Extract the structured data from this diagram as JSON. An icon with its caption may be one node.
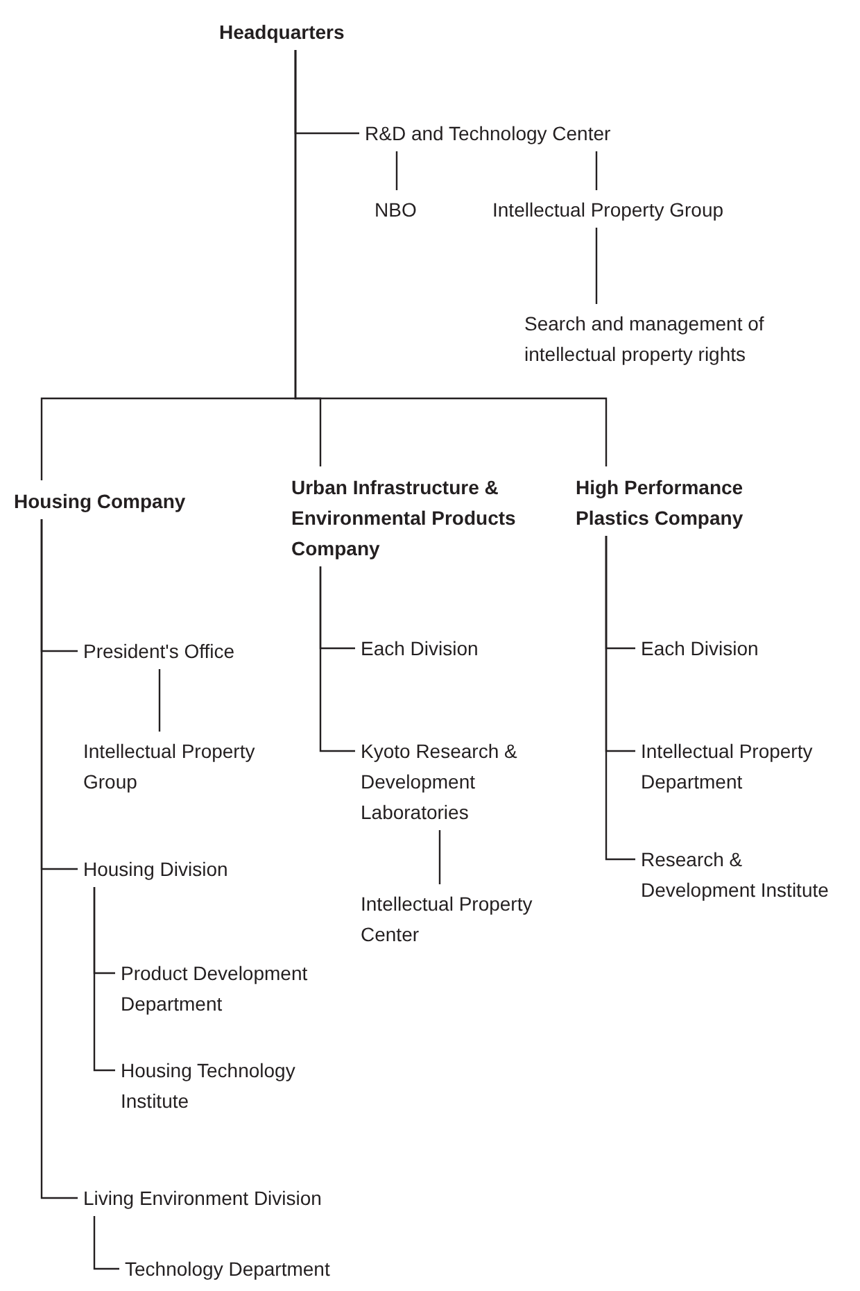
{
  "diagram": {
    "nodes": [
      {
        "text": [
          "Headquarters"
        ]
      },
      {
        "text": [
          "R&D and Technology Center"
        ]
      },
      {
        "text": [
          "NBO"
        ]
      },
      {
        "text": [
          "Intellectual Property Group"
        ]
      },
      {
        "text": [
          "Search and management of intellectual property rights"
        ]
      },
      {
        "text": [
          "Housing Company"
        ]
      },
      {
        "text": [
          "Urban Infrastructure & Environmental Products Company"
        ]
      },
      {
        "text": [
          "High Performance Plastics Company"
        ]
      },
      {
        "text": [
          "President's Office"
        ]
      },
      {
        "text": [
          "Intellectual Property Group"
        ]
      },
      {
        "text": [
          "Housing Division"
        ]
      },
      {
        "text": [
          "Product Development Department"
        ]
      },
      {
        "text": [
          "Housing Technology Institute"
        ]
      },
      {
        "text": [
          "Living Environment Division"
        ]
      },
      {
        "text": [
          "Technology Department"
        ]
      },
      {
        "text": [
          "Each Division"
        ]
      },
      {
        "text": [
          "Kyoto Research & Development Laboratories"
        ]
      },
      {
        "text": [
          "Intellectual Property Center"
        ]
      },
      {
        "text": [
          "Each Division"
        ]
      },
      {
        "text": [
          "Intellectual Property Department"
        ]
      },
      {
        "text": [
          "Research & Development Institute"
        ]
      }
    ],
    "edges": [
      {
        "from": 0,
        "to": 1,
        "arrow": "none"
      },
      {
        "from": 1,
        "to": 2,
        "arrow": "none"
      },
      {
        "from": 1,
        "to": 3,
        "arrow": "none"
      },
      {
        "from": 3,
        "to": 4,
        "arrow": "none"
      },
      {
        "from": 0,
        "to": 5,
        "arrow": "none"
      },
      {
        "from": 0,
        "to": 6,
        "arrow": "none"
      },
      {
        "from": 0,
        "to": 7,
        "arrow": "none"
      },
      {
        "from": 5,
        "to": 8,
        "arrow": "none"
      },
      {
        "from": 8,
        "to": 9,
        "arrow": "none"
      },
      {
        "from": 5,
        "to": 10,
        "arrow": "none"
      },
      {
        "from": 10,
        "to": 11,
        "arrow": "none"
      },
      {
        "from": 10,
        "to": 12,
        "arrow": "none"
      },
      {
        "from": 5,
        "to": 13,
        "arrow": "none"
      },
      {
        "from": 13,
        "to": 14,
        "arrow": "none"
      },
      {
        "from": 6,
        "to": 15,
        "arrow": "none"
      },
      {
        "from": 6,
        "to": 16,
        "arrow": "none"
      },
      {
        "from": 16,
        "to": 17,
        "arrow": "none"
      },
      {
        "from": 7,
        "to": 18,
        "arrow": "none"
      },
      {
        "from": 7,
        "to": 19,
        "arrow": "none"
      },
      {
        "from": 7,
        "to": 20,
        "arrow": "none"
      }
    ]
  }
}
